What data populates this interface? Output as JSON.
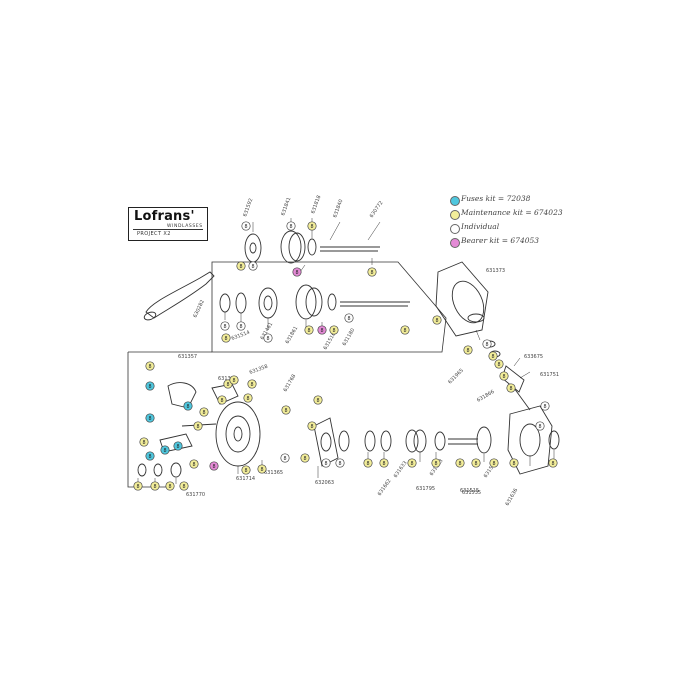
{
  "brand": {
    "logo": "Lofrans'",
    "subtitle": "WINDLASSES",
    "model": "PROJECT X2"
  },
  "legend": [
    {
      "label": "Fuses kit = 72038",
      "color": "#4fc7de"
    },
    {
      "label": "Maintenance kit = 674023",
      "color": "#f3ee9a"
    },
    {
      "label": "Individual",
      "color": "#ffffff"
    },
    {
      "label": "Bearer kit = 674053",
      "color": "#e48ad6"
    }
  ],
  "colors": {
    "line": "#333333",
    "fuse": "#4fc7de",
    "maintenance": "#f3ee9a",
    "bearer": "#e48ad6"
  },
  "part_labels": [
    {
      "id": "top-a",
      "text": "631592"
    },
    {
      "id": "top-b",
      "text": "631841"
    },
    {
      "id": "top-c",
      "text": "631818"
    },
    {
      "id": "top-d",
      "text": "631840"
    },
    {
      "id": "top-e",
      "text": "630772"
    },
    {
      "id": "motor",
      "text": "631373"
    },
    {
      "id": "handle",
      "text": "630282"
    },
    {
      "id": "mid-a",
      "text": "631514"
    },
    {
      "id": "mid-b",
      "text": "631461"
    },
    {
      "id": "mid-c",
      "text": "631861"
    },
    {
      "id": "mid-d",
      "text": "631516"
    },
    {
      "id": "mid-e",
      "text": "631180"
    },
    {
      "id": "r-a",
      "text": "633675"
    },
    {
      "id": "r-b",
      "text": "631751"
    },
    {
      "id": "r-c",
      "text": "631965"
    },
    {
      "id": "r-d",
      "text": "631866"
    },
    {
      "id": "l-a",
      "text": "631357"
    },
    {
      "id": "l-b",
      "text": "631358"
    },
    {
      "id": "l-c",
      "text": "631362"
    },
    {
      "id": "l-d",
      "text": "631768"
    },
    {
      "id": "bot-a",
      "text": "631770"
    },
    {
      "id": "bot-b",
      "text": "631714"
    },
    {
      "id": "bot-c",
      "text": "631365"
    },
    {
      "id": "bot-d",
      "text": "632063"
    },
    {
      "id": "bot-e",
      "text": "631515"
    },
    {
      "id": "bot-f",
      "text": "631662"
    },
    {
      "id": "bot-g",
      "text": "631633"
    },
    {
      "id": "bot-h",
      "text": "631795"
    },
    {
      "id": "bot-i",
      "text": "631513"
    },
    {
      "id": "bot-j",
      "text": "631565"
    },
    {
      "id": "bot-k",
      "text": "631535"
    },
    {
      "id": "bot-l",
      "text": "631636"
    }
  ],
  "callouts": [
    {
      "id": "c1",
      "kind": "individual",
      "text": "8"
    },
    {
      "id": "c2",
      "kind": "maintenance",
      "text": "8"
    },
    {
      "id": "c3",
      "kind": "individual",
      "text": "8"
    },
    {
      "id": "c4",
      "kind": "bearer",
      "text": "8"
    },
    {
      "id": "c5",
      "kind": "maintenance",
      "text": "8"
    },
    {
      "id": "c6",
      "kind": "individual",
      "text": "8"
    },
    {
      "id": "c7",
      "kind": "maintenance",
      "text": "8"
    },
    {
      "id": "c8",
      "kind": "individual",
      "text": "8"
    },
    {
      "id": "c9",
      "kind": "individual",
      "text": "8"
    },
    {
      "id": "c10",
      "kind": "maintenance",
      "text": "8"
    },
    {
      "id": "c11",
      "kind": "individual",
      "text": "8"
    },
    {
      "id": "c12",
      "kind": "maintenance",
      "text": "8"
    },
    {
      "id": "c13",
      "kind": "bearer",
      "text": "8"
    },
    {
      "id": "c14",
      "kind": "maintenance",
      "text": "8"
    },
    {
      "id": "c15",
      "kind": "individual",
      "text": "8"
    },
    {
      "id": "c16",
      "kind": "maintenance",
      "text": "8"
    },
    {
      "id": "c17",
      "kind": "maintenance",
      "text": "8"
    },
    {
      "id": "c18",
      "kind": "maintenance",
      "text": "8"
    },
    {
      "id": "c19",
      "kind": "individual",
      "text": "8"
    },
    {
      "id": "c20",
      "kind": "maintenance",
      "text": "8"
    },
    {
      "id": "c21",
      "kind": "maintenance",
      "text": "8"
    },
    {
      "id": "c22",
      "kind": "maintenance",
      "text": "8"
    },
    {
      "id": "c23",
      "kind": "maintenance",
      "text": "8"
    },
    {
      "id": "c24",
      "kind": "maintenance",
      "text": "8"
    },
    {
      "id": "c25",
      "kind": "fuse",
      "text": "8"
    },
    {
      "id": "c26",
      "kind": "fuse",
      "text": "8"
    },
    {
      "id": "c27",
      "kind": "maintenance",
      "text": "8"
    },
    {
      "id": "c28",
      "kind": "fuse",
      "text": "8"
    },
    {
      "id": "c29",
      "kind": "fuse",
      "text": "8"
    },
    {
      "id": "c30",
      "kind": "fuse",
      "text": "8"
    },
    {
      "id": "c31",
      "kind": "fuse",
      "text": "8"
    },
    {
      "id": "c32",
      "kind": "maintenance",
      "text": "8"
    },
    {
      "id": "c33",
      "kind": "bearer",
      "text": "8"
    },
    {
      "id": "c34",
      "kind": "maintenance",
      "text": "8"
    },
    {
      "id": "c35",
      "kind": "maintenance",
      "text": "8"
    },
    {
      "id": "c36",
      "kind": "maintenance",
      "text": "8"
    },
    {
      "id": "c37",
      "kind": "maintenance",
      "text": "8"
    },
    {
      "id": "c38",
      "kind": "maintenance",
      "text": "8"
    },
    {
      "id": "c39",
      "kind": "maintenance",
      "text": "8"
    },
    {
      "id": "c40",
      "kind": "individual",
      "text": "8"
    },
    {
      "id": "c41",
      "kind": "maintenance",
      "text": "8"
    },
    {
      "id": "c42",
      "kind": "individual",
      "text": "8"
    },
    {
      "id": "c43",
      "kind": "individual",
      "text": "8"
    },
    {
      "id": "c44",
      "kind": "maintenance",
      "text": "8"
    },
    {
      "id": "c45",
      "kind": "maintenance",
      "text": "8"
    },
    {
      "id": "c46",
      "kind": "maintenance",
      "text": "8"
    },
    {
      "id": "c47",
      "kind": "maintenance",
      "text": "8"
    },
    {
      "id": "c48",
      "kind": "maintenance",
      "text": "8"
    },
    {
      "id": "c49",
      "kind": "maintenance",
      "text": "8"
    },
    {
      "id": "c50",
      "kind": "maintenance",
      "text": "8"
    },
    {
      "id": "c51",
      "kind": "maintenance",
      "text": "8"
    },
    {
      "id": "c52",
      "kind": "maintenance",
      "text": "8"
    },
    {
      "id": "c53",
      "kind": "maintenance",
      "text": "8"
    },
    {
      "id": "c54",
      "kind": "maintenance",
      "text": "8"
    },
    {
      "id": "c55",
      "kind": "maintenance",
      "text": "8"
    },
    {
      "id": "c56",
      "kind": "maintenance",
      "text": "8"
    },
    {
      "id": "c57",
      "kind": "maintenance",
      "text": "8"
    },
    {
      "id": "c58",
      "kind": "maintenance",
      "text": "8"
    },
    {
      "id": "c59",
      "kind": "maintenance",
      "text": "8"
    },
    {
      "id": "c60",
      "kind": "maintenance",
      "text": "8"
    },
    {
      "id": "c61",
      "kind": "maintenance",
      "text": "8"
    },
    {
      "id": "c62",
      "kind": "maintenance",
      "text": "8"
    },
    {
      "id": "c63",
      "kind": "individual",
      "text": "8"
    },
    {
      "id": "c64",
      "kind": "individual",
      "text": "8"
    }
  ]
}
